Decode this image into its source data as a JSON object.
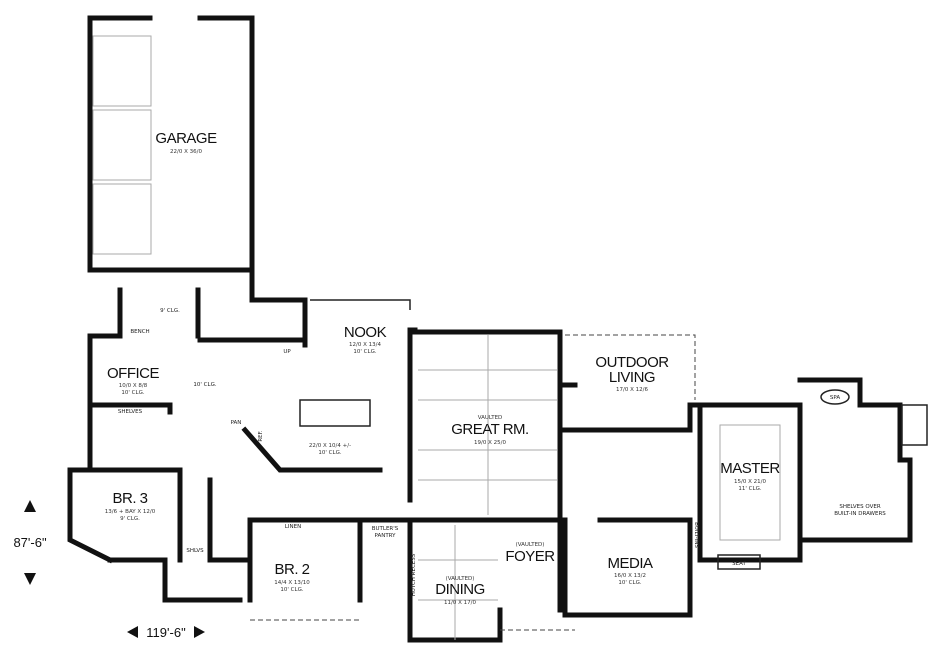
{
  "rooms": {
    "garage": {
      "name": "GARAGE",
      "dims": "22/0 X 36/0"
    },
    "nook": {
      "name": "NOOK",
      "dims": "12/0 X 13/4",
      "ceiling": "10' CLG."
    },
    "office": {
      "name": "OFFICE",
      "dims": "10/0 X 8/8",
      "ceiling": "10' CLG."
    },
    "great_room": {
      "note": "VAULTED",
      "name": "GREAT RM.",
      "dims": "19/0 X 25/0"
    },
    "outdoor_living": {
      "name_line1": "OUTDOOR",
      "name_line2": "LIVING",
      "dims": "17/0 X 12/6"
    },
    "master": {
      "name": "MASTER",
      "dims": "15/0 X 21/0",
      "ceiling": "11' CLG."
    },
    "br3": {
      "name": "BR. 3",
      "dims": "13/6 + BAY X 12/0",
      "ceiling": "9' CLG."
    },
    "br2": {
      "name": "BR. 2",
      "dims": "14/4 X 13/10",
      "ceiling": "10' CLG."
    },
    "media": {
      "name": "MEDIA",
      "dims": "16/0 X 13/2",
      "ceiling": "10' CLG."
    },
    "foyer": {
      "note": "(VAULTED)",
      "name": "FOYER"
    },
    "dining": {
      "note": "(VAULTED)",
      "name": "DINING",
      "dims": "11/0 X 17/0"
    },
    "kitchen": {
      "dims": "22/0 X 10/4 +/-",
      "ceiling": "10' CLG."
    }
  },
  "labels": {
    "bench": "BENCH",
    "shelves": "SHELVES",
    "linen": "LINEN",
    "butlers_pantry_1": "BUTLER'S",
    "butlers_pantry_2": "PANTRY",
    "seat": "SEAT",
    "spa": "SPA",
    "shelves_over_1": "SHELVES OVER",
    "shelves_over_2": "BUILT-IN DRAWERS",
    "built_ins": "BUILT-INS",
    "pan": "PAN",
    "ref": "REF.",
    "shlvs": "SHLVS",
    "hutch": "HUTCH RECESS",
    "up": "UP",
    "clg9": "9' CLG.",
    "clg10": "10' CLG."
  },
  "dimensions": {
    "depth": "87'-6\"",
    "width": "119'-6\""
  }
}
